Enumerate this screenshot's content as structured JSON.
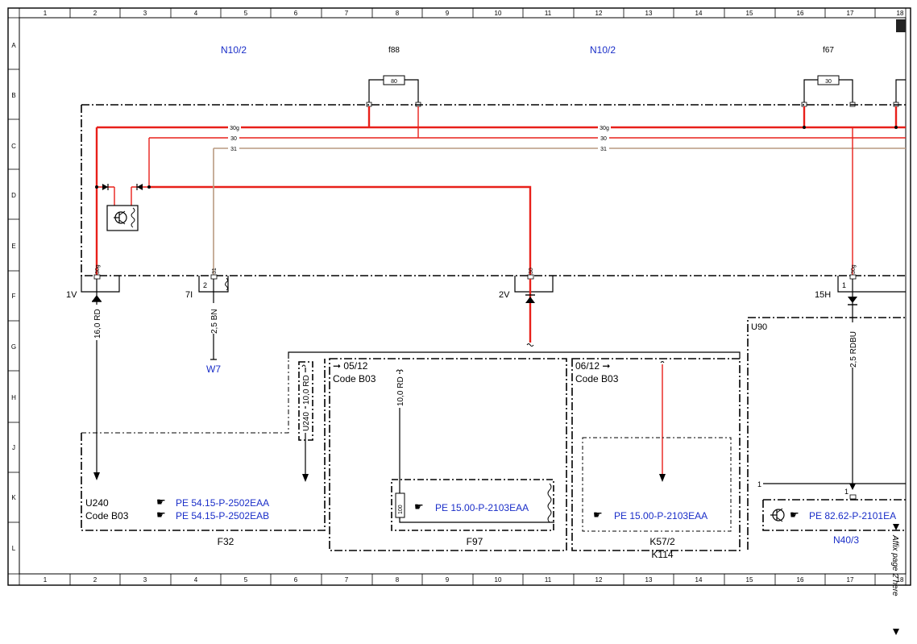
{
  "grid": {
    "columns": [
      "1",
      "2",
      "3",
      "4",
      "5",
      "6",
      "7",
      "8",
      "9",
      "10",
      "11",
      "12",
      "13",
      "14",
      "15",
      "16",
      "17",
      "18"
    ],
    "rows": [
      "A",
      "B",
      "C",
      "D",
      "E",
      "F",
      "G",
      "H",
      "J",
      "K",
      "L"
    ]
  },
  "labels": {
    "n10_2_left": "N10/2",
    "n10_2_right": "N10/2",
    "f88": "f88",
    "f67": "f67",
    "fuse_80": "80",
    "fuse_30": "30",
    "bus_30g_a": "30g",
    "bus_30_a": "30",
    "bus_31_a": "31",
    "bus_30g_b": "30g",
    "bus_30_b": "30",
    "bus_31_b": "31",
    "pin_30g_1": "30g",
    "pin_31": "31",
    "pin_30": "30",
    "pin_30g_2": "30g",
    "conn_1v": "1V",
    "conn_7i": "7I",
    "conn_2v": "2V",
    "conn_15h": "15H",
    "num_2": "2",
    "num_1": "1",
    "wire_16rd": "16,0 RD",
    "wire_25bn": "2,5 BN",
    "wire_10rd_a": "10,0 RD",
    "wire_10rd_b": "10,0 RD",
    "wire_25rdbu": "2,5 RDBU",
    "u240_v": "U240",
    "w7": "W7",
    "u90": "U90",
    "box1_date": "05/12",
    "box1_code": "Code B03",
    "box2_date": "06/12",
    "box2_code": "Code B03",
    "u240": "U240",
    "u240_code": "Code B03",
    "ref1": "PE 54.15-P-2502EAA",
    "ref2": "PE 54.15-P-2502EAB",
    "ref3": "PE 15.00-P-2103EAA",
    "ref4": "PE 15.00-P-2103EAA",
    "ref5": "PE 82.62-P-2101EA",
    "resistor_100": "100",
    "f32": "F32",
    "f97": "F97",
    "k57_2": "K57/2",
    "k114": "K114",
    "n40_3": "N40/3",
    "k_one": "1",
    "k_one_b": "1",
    "affix": "Affix page 2 here"
  },
  "colors": {
    "wire_red": "#e8201a",
    "wire_brown": "#b99a80",
    "ref_blue": "#1a2ec8"
  },
  "icons": [
    "hand-pointer-icon",
    "transistor-icon",
    "diode-icon",
    "fuse-icon",
    "ground-icon",
    "arrow-down-icon"
  ]
}
